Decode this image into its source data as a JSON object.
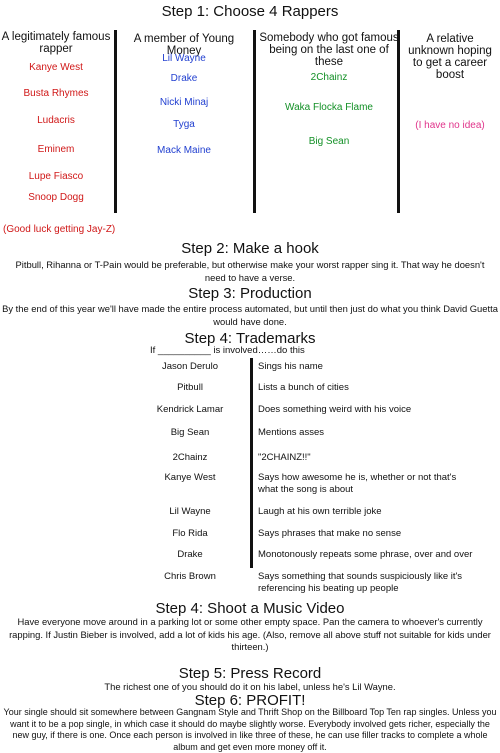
{
  "step1": {
    "title": "Step 1: Choose 4 Rappers",
    "columns": [
      {
        "header": "A legitimately famous rapper",
        "color": "#d01818",
        "names": [
          "Kanye West",
          "Busta Rhymes",
          "Ludacris",
          "Eminem",
          "Lupe Fiasco",
          "Snoop Dogg"
        ],
        "note": "(Good luck getting Jay-Z)"
      },
      {
        "header": "A member of Young Money",
        "color": "#2240d0",
        "names": [
          "Lil Wayne",
          "Drake",
          "Nicki Minaj",
          "Tyga",
          "Mack Maine"
        ]
      },
      {
        "header": "Somebody who got famous being on the last one of these",
        "color": "#139026",
        "names": [
          "2Chainz",
          "Waka Flocka Flame",
          "Big Sean"
        ]
      },
      {
        "header": "A relative unknown hoping to get a career boost",
        "color": "#e0338a",
        "names": [
          "(I have no idea)"
        ]
      }
    ]
  },
  "step2": {
    "title": "Step 2: Make a hook",
    "text": "Pitbull, Rihanna or T-Pain would be preferable, but otherwise make your worst rapper sing it. That way he doesn't need to have a verse."
  },
  "step3": {
    "title": "Step 3: Production",
    "text": "By the end of this year we'll have made the entire process automated, but until then just do what you think David Guetta would have done."
  },
  "step4": {
    "title": "Step 4: Trademarks",
    "header": "If __________ is involved……do this",
    "rows": [
      {
        "who": "Jason Derulo",
        "what": "Sings his name"
      },
      {
        "who": "Pitbull",
        "what": "Lists a bunch of cities"
      },
      {
        "who": "Kendrick Lamar",
        "what": "Does something weird with his voice"
      },
      {
        "who": "Big Sean",
        "what": "Mentions asses"
      },
      {
        "who": "2Chainz",
        "what": "\"2CHAINZ!!\""
      },
      {
        "who": "Kanye West",
        "what": "Says how awesome he is, whether or not that's what the song is about"
      },
      {
        "who": "Lil Wayne",
        "what": "Laugh at his own terrible joke"
      },
      {
        "who": "Flo Rida",
        "what": "Says phrases that make no sense"
      },
      {
        "who": "Drake",
        "what": "Monotonously repeats some phrase, over and over"
      },
      {
        "who": "Chris Brown",
        "what": "Says something that sounds suspiciously like it's referencing his beating up people"
      }
    ]
  },
  "step4b": {
    "title": "Step 4: Shoot a Music Video",
    "text": "Have everyone move around in a parking lot or some other empty space. Pan the camera to whoever's currently rapping. If Justin Bieber is involved, add a lot of kids his age. (Also, remove all above stuff not suitable for kids under thirteen.)"
  },
  "step5": {
    "title": "Step 5: Press Record",
    "text": "The richest one of you should do it on his label, unless he's Lil Wayne."
  },
  "step6": {
    "title": "Step 6: PROFIT!",
    "text": "Your single should sit somewhere between Gangnam Style and Thrift Shop on the Billboard Top Ten rap singles. Unless you want it to be a pop single, in which case it should do maybe slightly worse. Everybody involved gets richer, especially the new guy, if there is one. Once each person is involved in like three of these, he can use filler tracks to complete a whole album and get even more money off it."
  }
}
